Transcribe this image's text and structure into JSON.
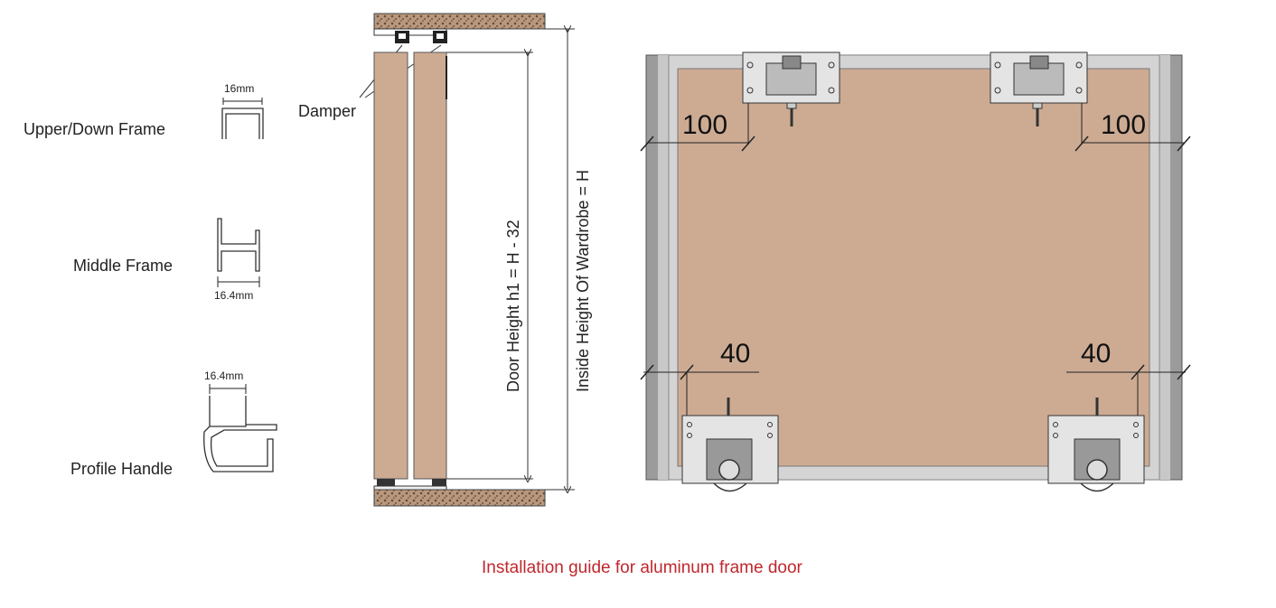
{
  "profiles": {
    "upper_down": {
      "label": "Upper/Down Frame",
      "dim": "16mm"
    },
    "middle": {
      "label": "Middle Frame",
      "dim": "16.4mm"
    },
    "handle": {
      "label": "Profile Handle",
      "dim": "16.4mm"
    }
  },
  "section": {
    "damper_label": "Damper",
    "door_height_label": "Door Height h1 = H - 32",
    "inside_height_label": "Inside Height Of Wardrobe = H"
  },
  "front": {
    "top_left_dim": "100",
    "top_right_dim": "100",
    "bottom_left_dim": "40",
    "bottom_right_dim": "40"
  },
  "caption": "Installation guide for aluminum frame door",
  "colors": {
    "panel": "#cdab93",
    "frame": "#b5b5b5",
    "caption": "#c0272d",
    "brick": "#8a6a52"
  }
}
